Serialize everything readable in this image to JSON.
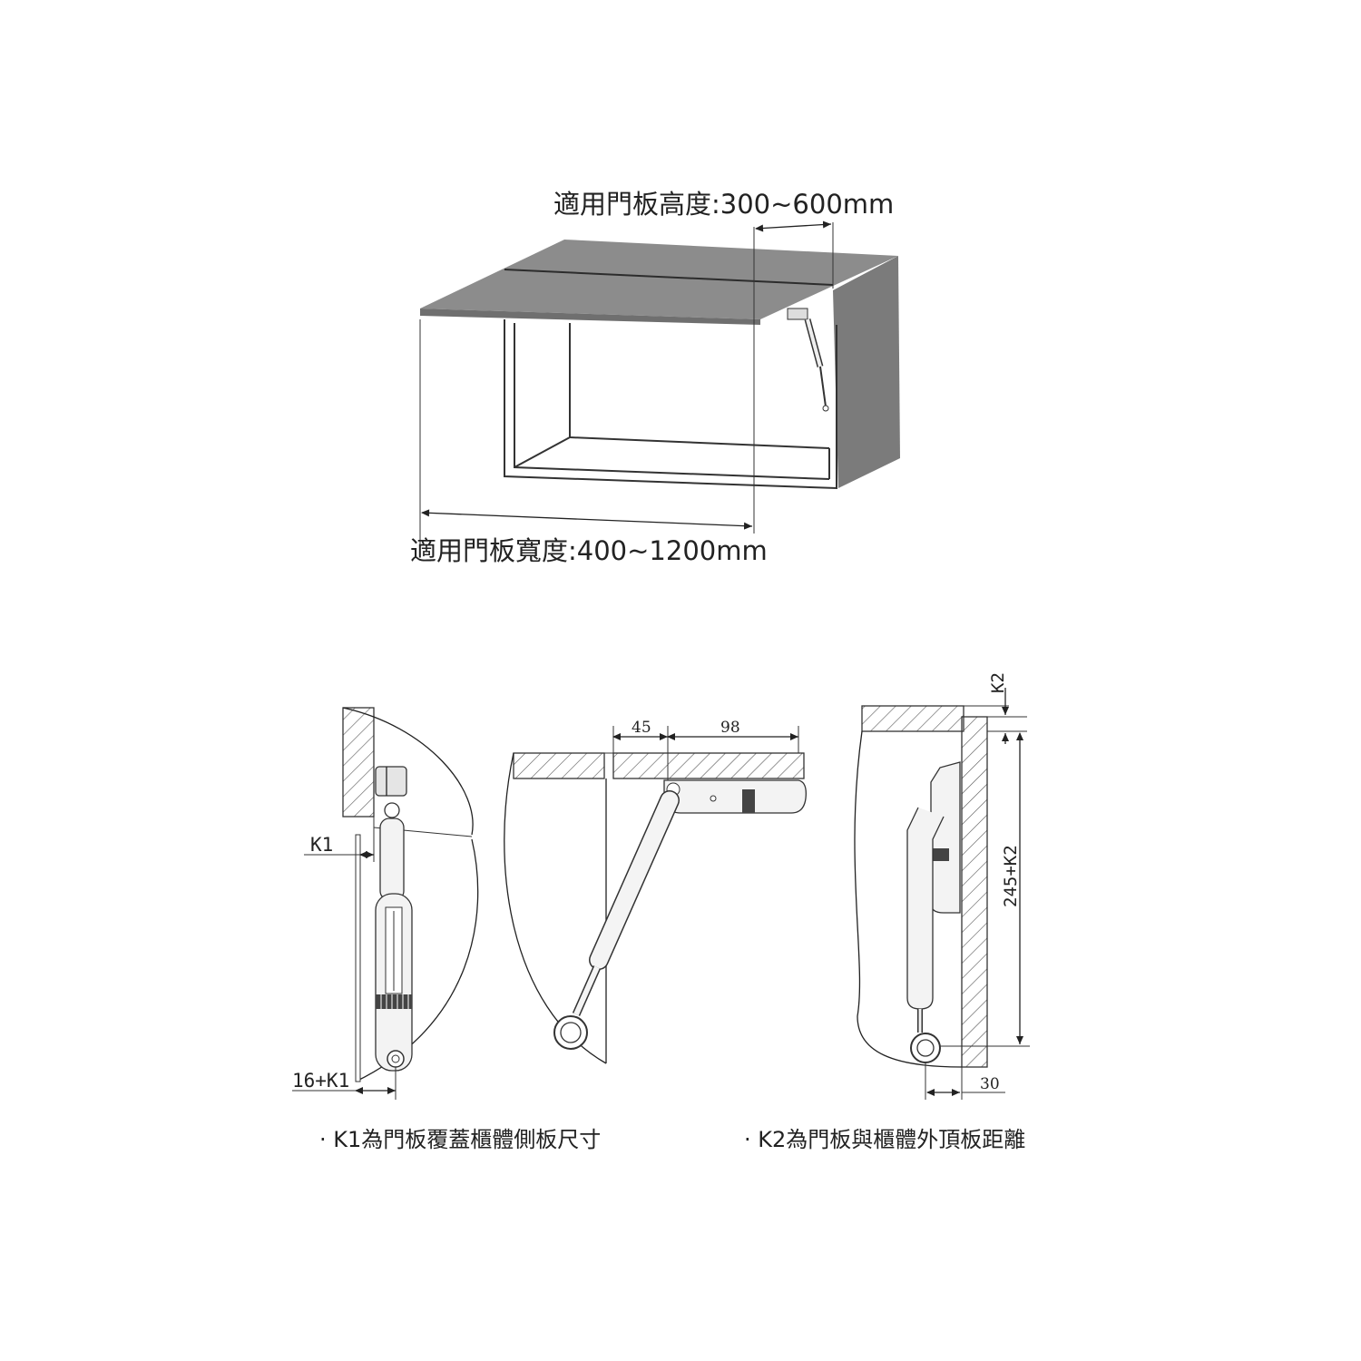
{
  "diagram": {
    "top": {
      "height_label": "適用門板高度:300~600mm",
      "width_label": "適用門板寬度:400~1200mm"
    },
    "side_view": {
      "k1_label": "K1",
      "offset_label": "16+K1",
      "caption": "· K1為門板覆蓋櫃體側板尺寸"
    },
    "front_view": {
      "dim_a": "45",
      "dim_b": "98"
    },
    "right_view": {
      "k2_label": "K2",
      "vertical_label": "245+K2",
      "bottom_label": "30",
      "caption": "· K2為門板與櫃體外頂板距離"
    },
    "colors": {
      "panel": "#8c8c8c",
      "panel_dark": "#6f6f6f",
      "line": "#222222",
      "hatch": "#555555",
      "part_fill": "#ececec"
    }
  }
}
